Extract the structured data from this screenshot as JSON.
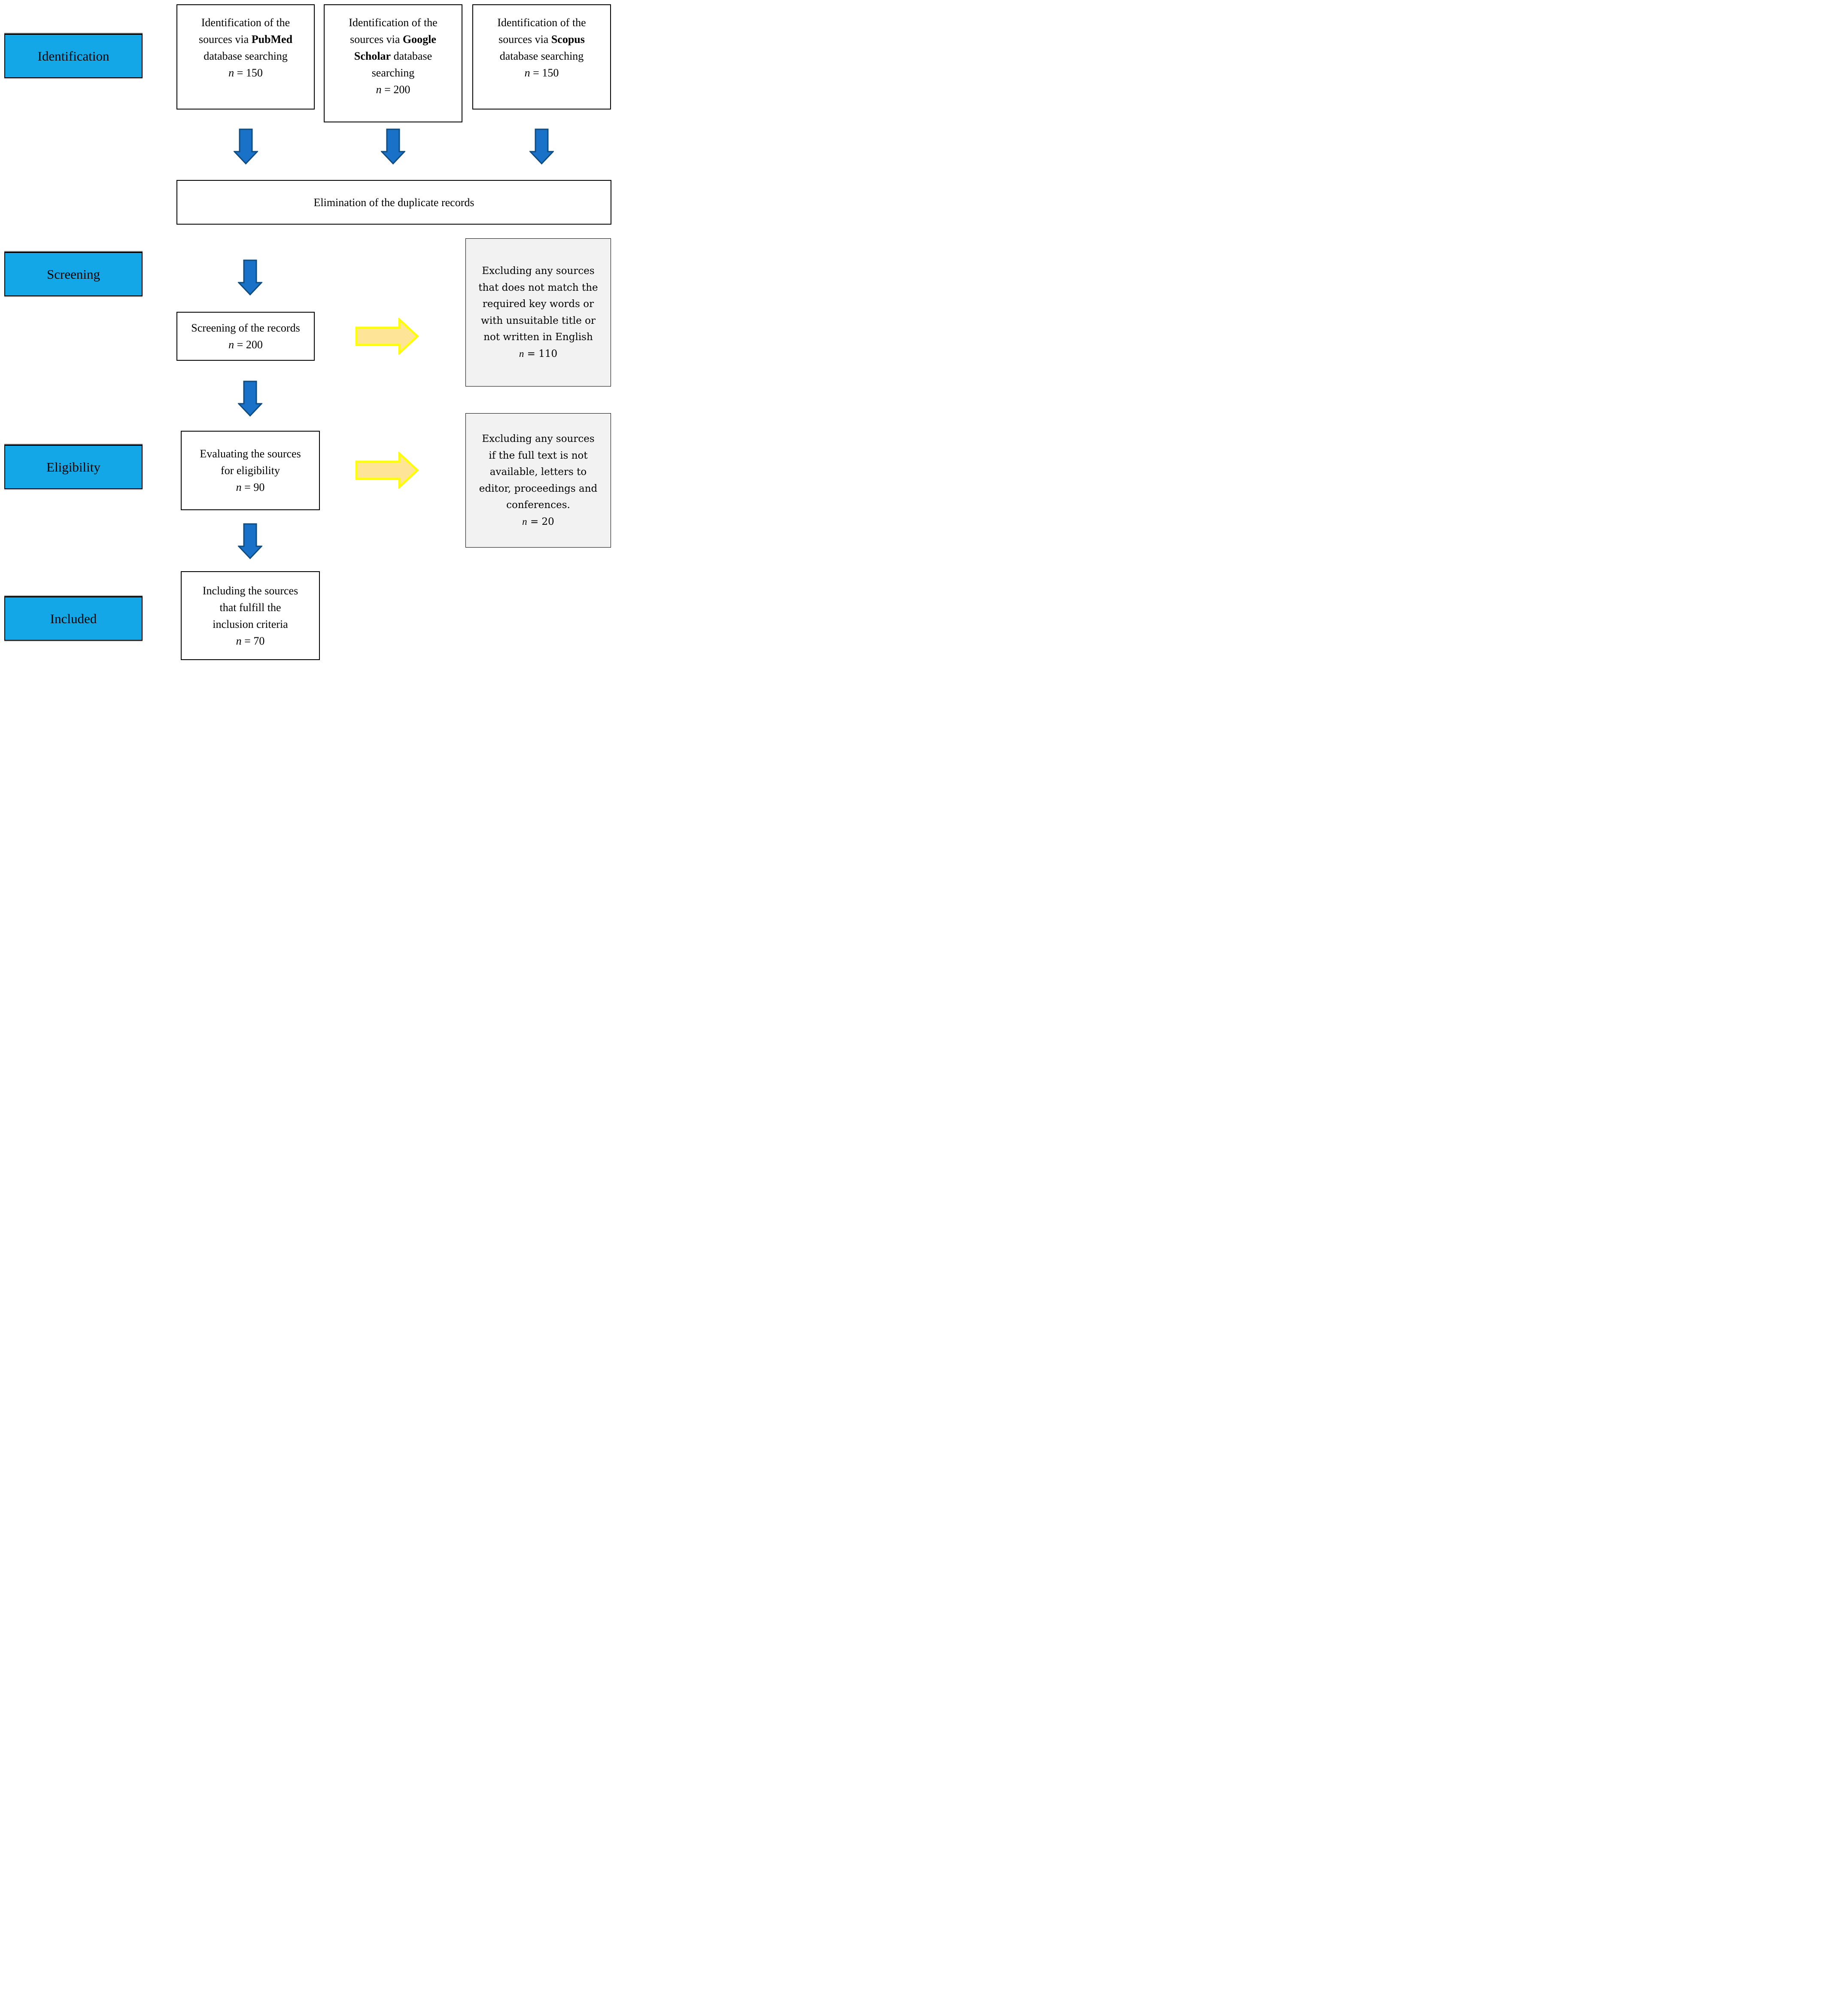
{
  "figure": {
    "type": "prisma-flow-diagram",
    "stage_labels": [
      {
        "label": "Identification"
      },
      {
        "label": "Screening"
      },
      {
        "label": "Eligibility"
      },
      {
        "label": "Included"
      }
    ],
    "source_boxes": [
      {
        "pre": "Identification of the sources via ",
        "db": "PubMed",
        "post": " database searching",
        "n": "n",
        "eq": " = 150"
      },
      {
        "pre": "Identification of the sources via ",
        "db": "Google Scholar",
        "post": " database searching",
        "n": "n",
        "eq": " = 200"
      },
      {
        "pre": "Identification of the sources via ",
        "db": "Scopus",
        "post": " database searching",
        "n": "n",
        "eq": " = 150"
      }
    ],
    "elimination_box": {
      "lines": [
        "Elimination of the duplicate records"
      ]
    },
    "screening_box": {
      "lines": [
        "Screening of the records"
      ],
      "n": "n",
      "eq": " = 200"
    },
    "exclusion_keywords_box": {
      "lines": [
        "Excluding any sources",
        "that does not match the",
        "required key words or",
        "with unsuitable title or",
        "not written in English"
      ],
      "n": "n",
      "eq": " = 110"
    },
    "evaluating_box": {
      "lines": [
        "Evaluating the sources",
        "for eligibility"
      ],
      "n": "n",
      "eq": " = 90"
    },
    "exclusion_fulltext_box": {
      "lines": [
        "Excluding any sources",
        "if the full text is not",
        "available, letters to",
        "editor, proceedings and",
        "conferences."
      ],
      "n": "n",
      "eq": " = 20"
    },
    "including_box": {
      "lines": [
        "Including the sources",
        "that fulfill the",
        "inclusion criteria"
      ],
      "n": "n",
      "eq": " = 70"
    }
  },
  "colors": {
    "stage_fill": "#14A7E8",
    "box_border": "#000000",
    "gray_fill": "#F2F2F2",
    "down_arrow_fill": "#1A72C8",
    "down_arrow_stroke": "#0F4C81",
    "right_arrow_fill": "#FEE496",
    "right_arrow_stroke": "#FFFF00"
  }
}
